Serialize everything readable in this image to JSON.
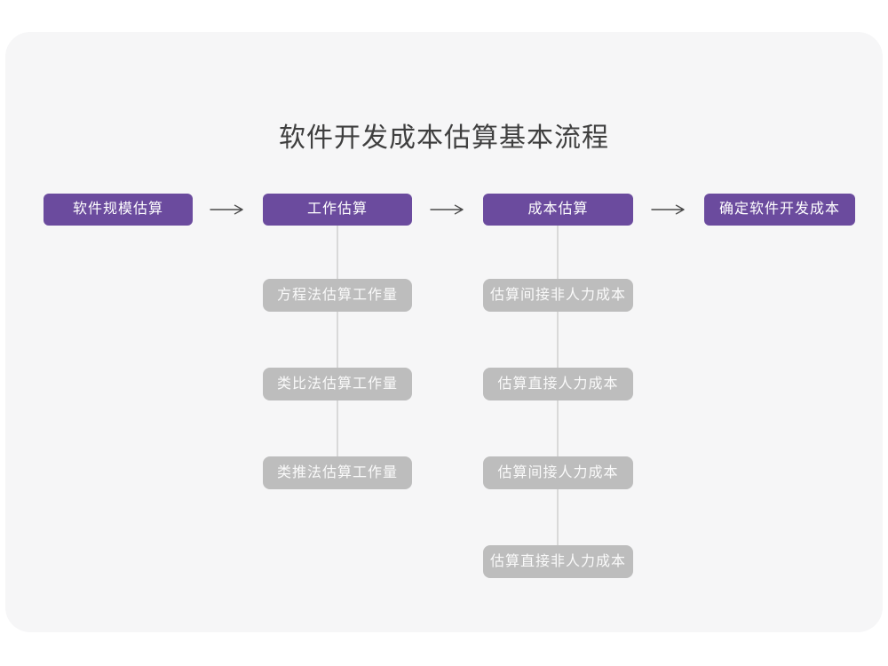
{
  "title": "软件开发成本估算基本流程",
  "colors": {
    "page_background": "#ffffff",
    "card_background": "#f6f6f7",
    "stage_box": "#6b4b9e",
    "sub_box": "#bdbdbd",
    "connector_line": "#d9d9d9",
    "arrow": "#4a4a4a",
    "title_text": "#3f3f3f",
    "box_text": "#ffffff"
  },
  "flow": {
    "stages": [
      {
        "label": "软件规模估算",
        "substeps": []
      },
      {
        "label": "工作估算",
        "substeps": [
          "方程法估算工作量",
          "类比法估算工作量",
          "类推法估算工作量"
        ]
      },
      {
        "label": "成本估算",
        "substeps": [
          "估算间接非人力成本",
          "估算直接人力成本",
          "估算间接人力成本",
          "估算直接非人力成本"
        ]
      },
      {
        "label": "确定软件开发成本",
        "substeps": []
      }
    ]
  }
}
